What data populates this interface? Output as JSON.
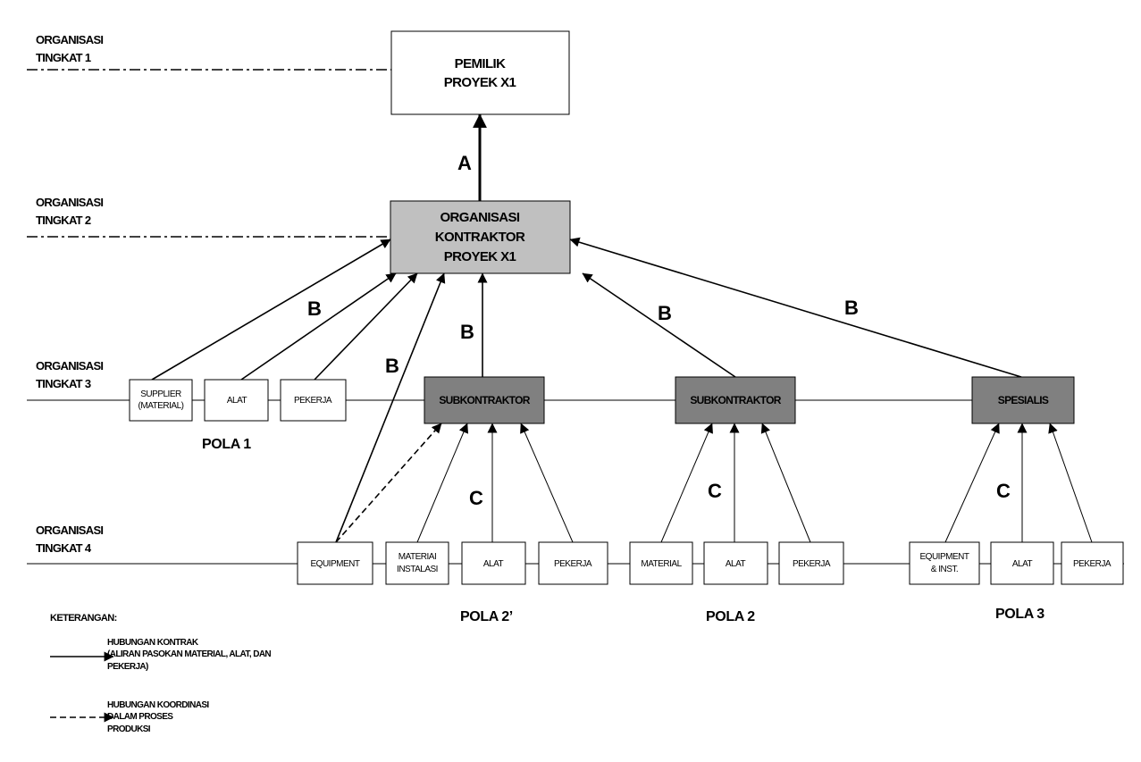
{
  "levels": {
    "l1": [
      "ORGANISASI",
      "TINGKAT 1"
    ],
    "l2": [
      "ORGANISASI",
      "TINGKAT 2"
    ],
    "l3": [
      "ORGANISASI",
      "TINGKAT 3"
    ],
    "l4": [
      "ORGANISASI",
      "TINGKAT 4"
    ]
  },
  "owner": [
    "PEMILIK",
    "PROYEK X1"
  ],
  "contractor": [
    "ORGANISASI",
    "KONTRAKTOR",
    "PROYEK X1"
  ],
  "tier3": {
    "supplier": [
      "SUPPLIER",
      "(MATERIAL)"
    ],
    "alat": "ALAT",
    "pekerja": "PEKERJA",
    "sub1": "SUBKONTRAKTOR",
    "sub2": "SUBKONTRAKTOR",
    "spesialis": "SPESIALIS"
  },
  "tier4": {
    "equipment": "EQUIPMENT",
    "materialInstalasi": [
      "MATERIAI",
      "INSTALASI"
    ],
    "alat1": "ALAT",
    "pekerja1": "PEKERJA",
    "material": "MATERIAL",
    "alat2": "ALAT",
    "pekerja2": "PEKERJA",
    "equipInst": [
      "EQUIPMENT",
      "& INST."
    ],
    "alat3": "ALAT",
    "pekerja3": "PEKERJA"
  },
  "letters": {
    "a": "A",
    "b": "B",
    "c": "C"
  },
  "pola": {
    "p1": "POLA 1",
    "p2prime": "POLA 2’",
    "p2": "POLA 2",
    "p3": "POLA 3"
  },
  "legend": {
    "title": "KETERANGAN:",
    "solid": [
      "HUBUNGAN KONTRAK",
      "(ALIRAN PASOKAN MATERIAL, ALAT, DAN",
      "PEKERJA)"
    ],
    "dashed": [
      "HUBUNGAN KOORDINASI",
      "DALAM PROSES",
      "PRODUKSI"
    ]
  },
  "colors": {
    "contractorFill": "#c0c0c0",
    "darkFill": "#808080",
    "stroke": "#000000"
  }
}
